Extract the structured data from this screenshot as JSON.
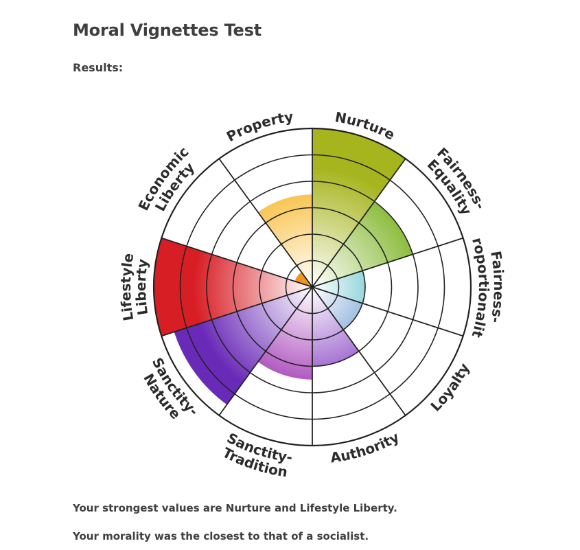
{
  "page": {
    "title": "Moral Vignettes Test",
    "results_label": "Results:",
    "summary_strongest": "Your strongest values are Nurture and Lifestyle Liberty.",
    "summary_closest": "Your morality was the closest to that of a socialist."
  },
  "chart_data": {
    "type": "polar-area",
    "rings": 6,
    "grid": true,
    "categories": [
      {
        "label": "Nurture",
        "lines": [
          "Nurture"
        ],
        "value": 6.0,
        "color": "#a6b51e"
      },
      {
        "label": "Fairness-Equality",
        "lines": [
          "Fairness-",
          "Equality"
        ],
        "value": 4.0,
        "color": "#7fb527"
      },
      {
        "label": "Fairness-Proportionality",
        "lines": [
          "Fairness-",
          "Proportionality"
        ],
        "value": 2.0,
        "color": "#14a6b2"
      },
      {
        "label": "Loyalty",
        "lines": [
          "Loyalty"
        ],
        "value": 2.0,
        "color": "#2f6fbf"
      },
      {
        "label": "Authority",
        "lines": [
          "Authority"
        ],
        "value": 3.0,
        "color": "#7c2fbf"
      },
      {
        "label": "Sanctity-Tradition",
        "lines": [
          "Sanctity-",
          "Tradition"
        ],
        "value": 3.5,
        "color": "#9b2ab0"
      },
      {
        "label": "Sanctity-Nature",
        "lines": [
          "Sanctity-",
          "Nature"
        ],
        "value": 5.5,
        "color": "#6a2ab8"
      },
      {
        "label": "Lifestyle Liberty",
        "lines": [
          "Lifestyle",
          "Liberty"
        ],
        "value": 6.0,
        "color": "#d81e25"
      },
      {
        "label": "Economic Liberty",
        "lines": [
          "Economic",
          "Liberty"
        ],
        "value": 0.0,
        "color": "#e64c2a"
      },
      {
        "label": "Property",
        "lines": [
          "Property"
        ],
        "value": 3.5,
        "color": "#f7b523"
      }
    ],
    "small_wedge": {
      "label": "Economic Liberty",
      "value": 0.7,
      "color": "#f0961e"
    }
  }
}
